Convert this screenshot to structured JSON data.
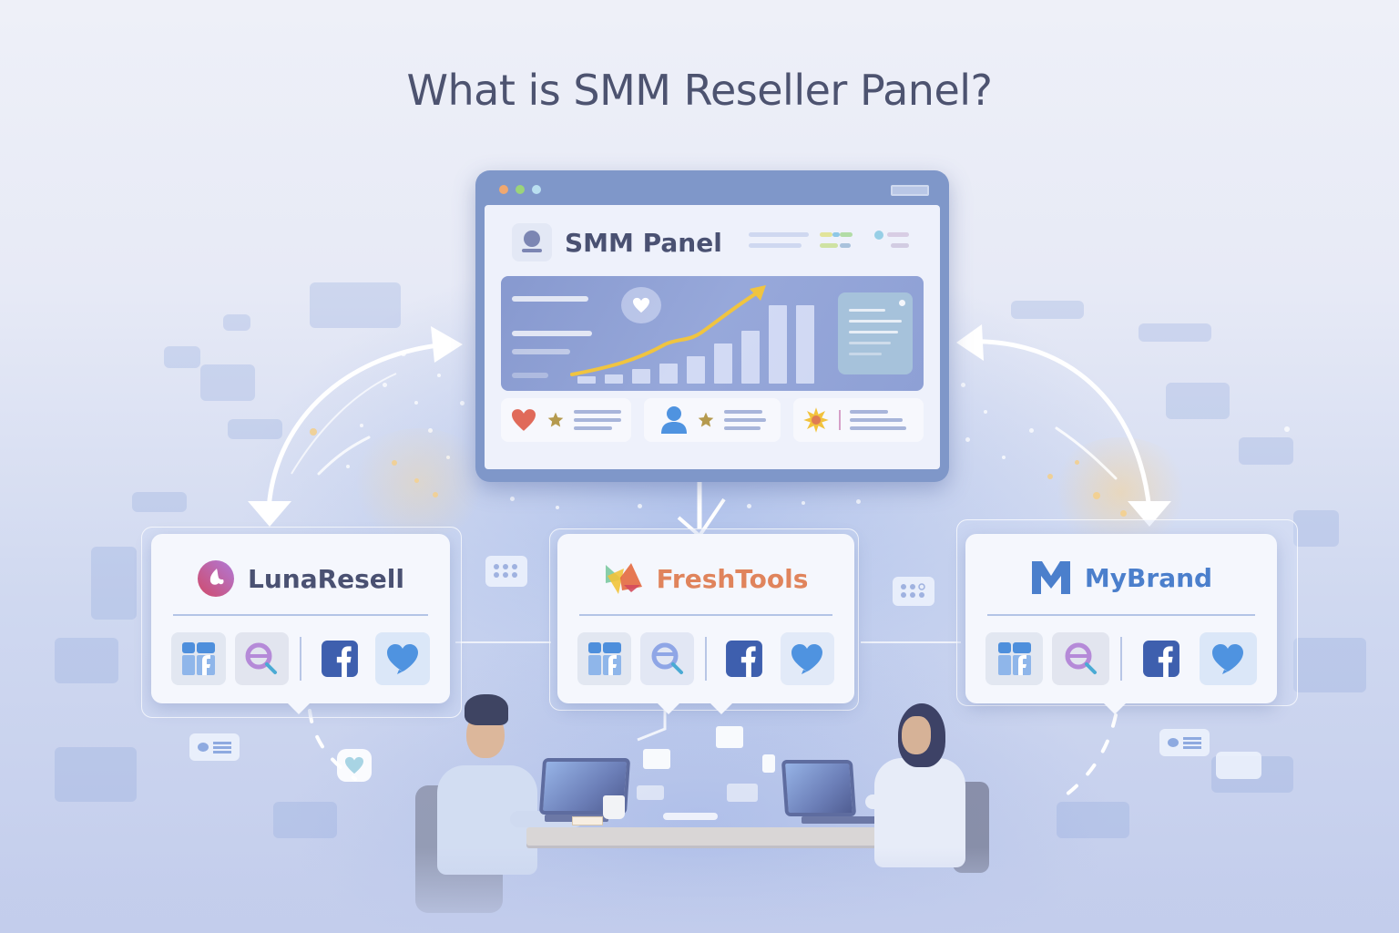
{
  "title": "What is SMM Reseller Panel?",
  "main_panel": {
    "title": "SMM Panel",
    "window_dots": [
      "#f0a870",
      "#9bd47a",
      "#b9dff0"
    ],
    "chart": {
      "type": "bar",
      "bars_relative_heights": [
        0.18,
        0.22,
        0.3,
        0.4,
        0.5,
        0.65,
        0.8,
        0.95,
        0.95
      ],
      "trend_line_color": "#f0c440",
      "icon": "heart-icon"
    },
    "stat_cards": [
      {
        "icon": "heart-icon",
        "secondary_icon": "star-icon"
      },
      {
        "icon": "user-icon",
        "secondary_icon": "star-icon"
      },
      {
        "icon": "burst-icon",
        "secondary_icon": "bar-icon"
      }
    ]
  },
  "resellers": [
    {
      "name": "LunaResell",
      "logo": "luna-logo-icon",
      "color": "#4a5172",
      "icons": [
        "facebook-grid-icon",
        "search-icon",
        "facebook-icon",
        "heart-bubble-icon"
      ]
    },
    {
      "name": "FreshTools",
      "logo": "freshtools-logo-icon",
      "color": "#e0845c",
      "icons": [
        "facebook-grid-icon",
        "search-icon",
        "facebook-icon",
        "heart-bubble-icon"
      ]
    },
    {
      "name": "MyBrand",
      "logo": "mybrand-m-icon",
      "color": "#4b7fcc",
      "icons": [
        "facebook-grid-icon",
        "search-icon",
        "facebook-icon",
        "heart-bubble-icon"
      ]
    }
  ],
  "colors": {
    "title": "#4d5370",
    "window_frame": "#7f97c9",
    "facebook_blue": "#3e5fae",
    "heart_blue": "#4f93e0"
  }
}
